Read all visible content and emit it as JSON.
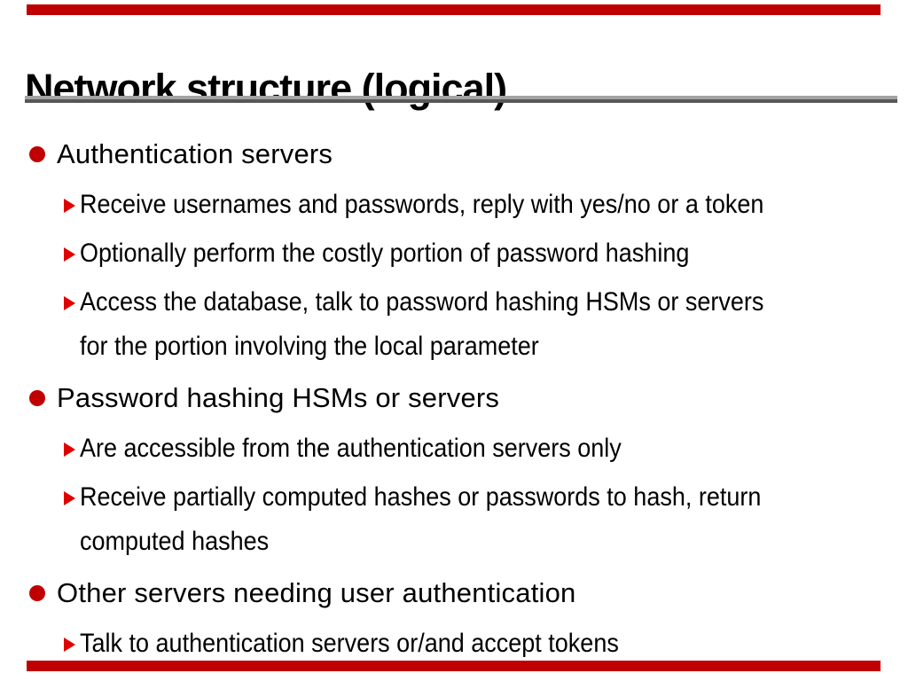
{
  "slide": {
    "title": "Network structure (logical)",
    "sections": [
      {
        "heading": "Authentication servers",
        "items": [
          {
            "lines": [
              "Receive usernames and passwords, reply with yes/no or a token"
            ]
          },
          {
            "lines": [
              "Optionally perform the costly portion of password hashing"
            ]
          },
          {
            "lines": [
              "Access the database, talk to password hashing HSMs or servers",
              "for the portion involving the local parameter"
            ]
          }
        ]
      },
      {
        "heading": "Password hashing HSMs or servers",
        "items": [
          {
            "lines": [
              "Are accessible from the authentication servers only"
            ]
          },
          {
            "lines": [
              "Receive partially computed hashes or passwords to hash, return",
              "computed hashes"
            ]
          }
        ]
      },
      {
        "heading": "Other servers needing user authentication",
        "items": [
          {
            "lines": [
              "Talk to authentication servers or/and accept tokens"
            ]
          }
        ]
      }
    ],
    "icons": {
      "level1_bullet": "circle-bullet-icon",
      "level2_bullet": "triangle-bullet-icon"
    },
    "colors": {
      "accent_red": "#c00000",
      "triangle_red": "#e00000",
      "rule_top_gray": "#a3a3a3",
      "rule_bottom_gray": "#575757",
      "text": "#000000",
      "background": "#ffffff"
    }
  }
}
